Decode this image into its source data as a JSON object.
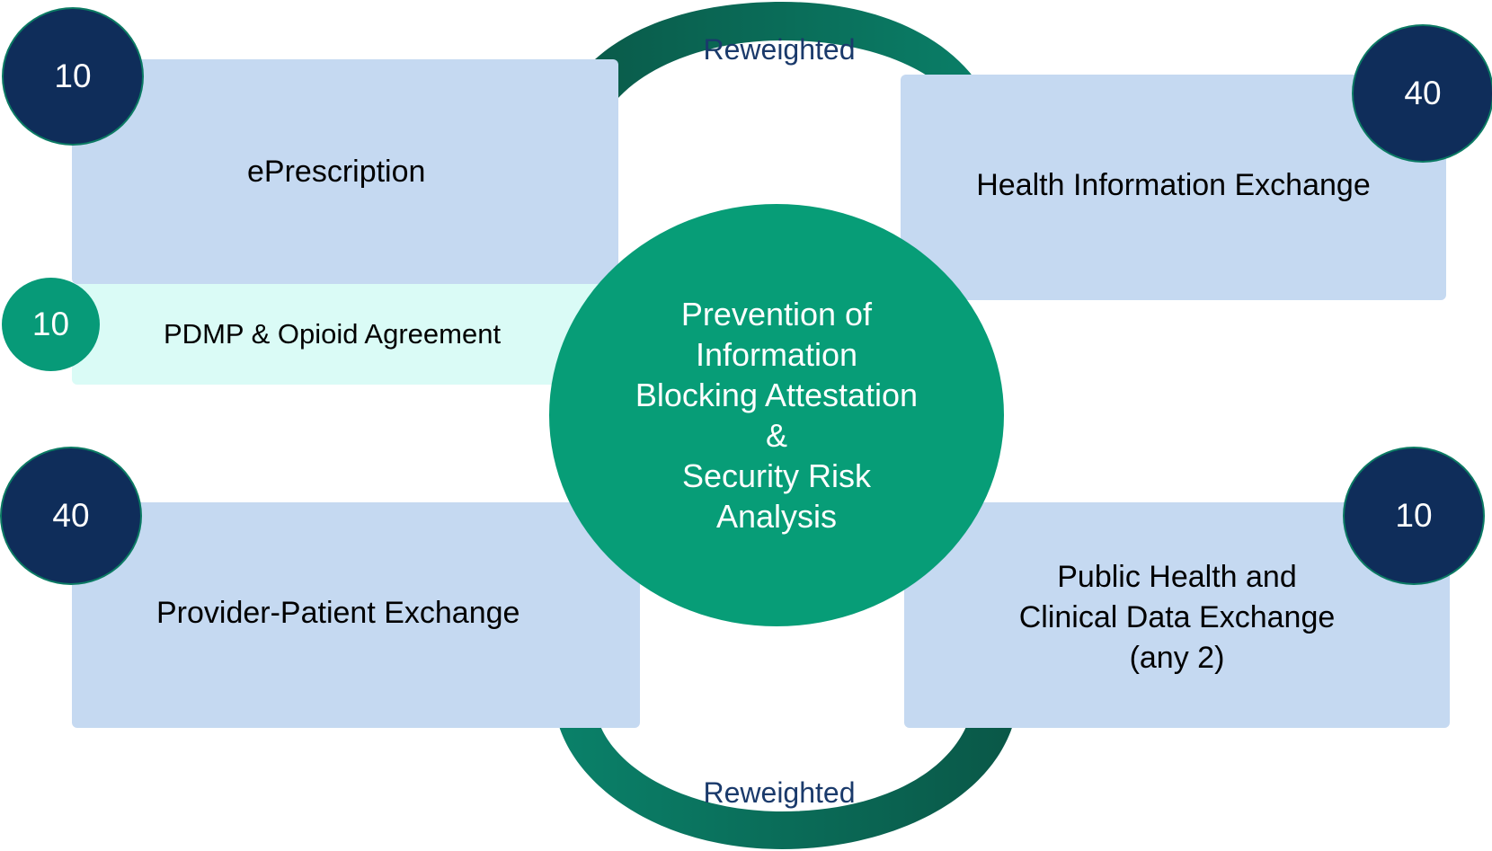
{
  "diagram": {
    "center": {
      "text": "Prevention of\nInformation\nBlocking Attestation\n&\nSecurity Risk\nAnalysis"
    },
    "boxes": {
      "eprescription": {
        "label": "ePrescription",
        "score": "10"
      },
      "pdmp": {
        "label": "PDMP & Opioid Agreement",
        "score": "10"
      },
      "hie": {
        "label": "Health Information Exchange",
        "score": "40"
      },
      "provider_patient": {
        "label": "Provider-Patient Exchange",
        "score": "40"
      },
      "public_health": {
        "label": "Public Health and\nClinical Data Exchange\n(any 2)",
        "score": "10"
      }
    },
    "arrows": {
      "top_label": "Reweighted",
      "bottom_label": "Reweighted"
    }
  },
  "colors": {
    "box_fill": "#c5d9f1",
    "pdmp_fill": "#dafbf6",
    "navy_badge": "#0f2d5a",
    "green": "#079d77",
    "arrow_dark": "#0a5f4f",
    "arrow_mid": "#0a7d68",
    "label_text": "#1a3a6b"
  }
}
